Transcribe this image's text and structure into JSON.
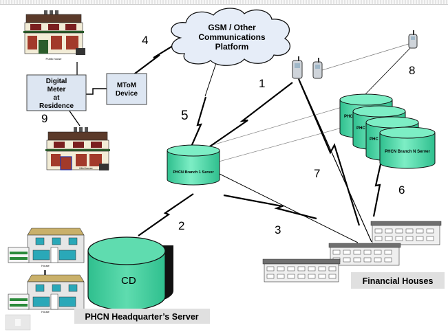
{
  "cloud": {
    "line1": "GSM / Other",
    "line2": "Communications",
    "line3": "Platform"
  },
  "meter": {
    "line1": "Digital",
    "line2": "Meter",
    "line3": "at",
    "line4": "Residence"
  },
  "mtom": {
    "line1": "MToM",
    "line2": "Device"
  },
  "branch1_server": "PHCN Branch  1 Server",
  "branchN_server": "PHCN Branch N Server",
  "branch_stack_labels": [
    "PHC",
    "PHC",
    "PHC"
  ],
  "hq_disk_label": "CD",
  "hq_server_caption": "PHCN Headquarter’s Server",
  "financial_caption": "Financial Houses",
  "house_labels": {
    "public": "Public house",
    "mini": "Mini house",
    "house1": "House",
    "house2": "House"
  },
  "link_numbers": [
    "1",
    "2",
    "3",
    "4",
    "5",
    "6",
    "7",
    "8",
    "9"
  ],
  "colors": {
    "disk": "#33cc99",
    "disk_top": "#66e0b8",
    "box": "#dde6f2",
    "cloud": "#e6edf8",
    "caption_bg": "#e0e0e0"
  }
}
